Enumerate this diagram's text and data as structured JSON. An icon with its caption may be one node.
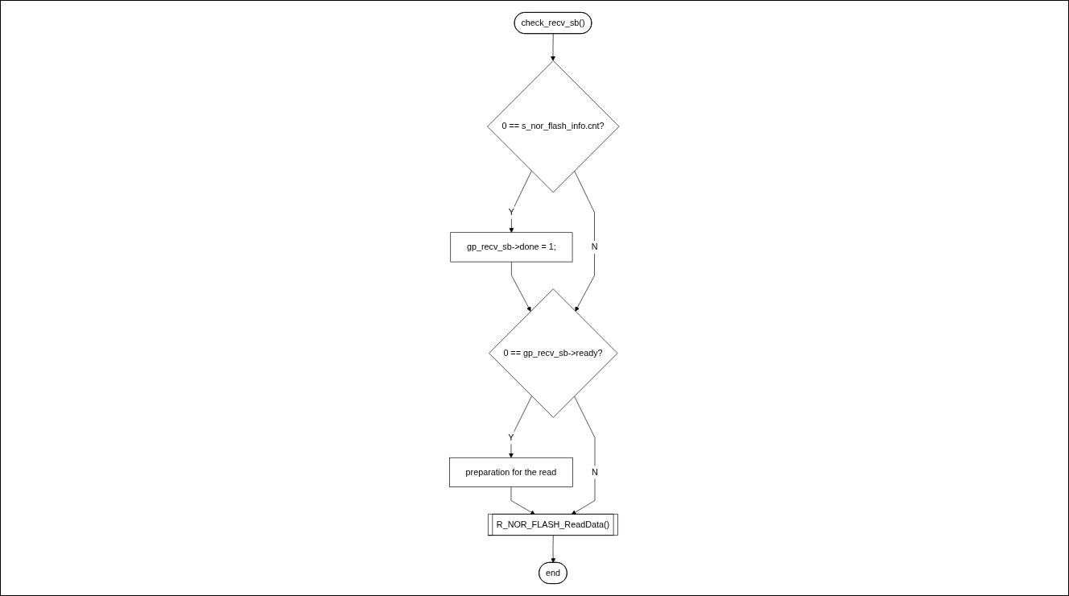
{
  "diagram": {
    "nodes": [
      {
        "text": [
          "check_recv_sb()"
        ]
      },
      {
        "text": [
          "0 == s_nor_flash_info.cnt?"
        ]
      },
      {
        "text": [
          "gp_recv_sb->done = 1;"
        ]
      },
      {
        "text": [
          "0 == gp_recv_sb->ready?"
        ]
      },
      {
        "text": [
          "preparation for the read"
        ]
      },
      {
        "text": [
          "R_NOR_FLASH_ReadData()"
        ]
      },
      {
        "text": [
          "end"
        ]
      }
    ],
    "edges": [
      {
        "from": 0,
        "to": 1,
        "arrow": "to"
      },
      {
        "from": 1,
        "to": 2,
        "arrow": "to",
        "label": "Y"
      },
      {
        "from": 2,
        "to": 3,
        "arrow": "to"
      },
      {
        "from": 1,
        "to": 3,
        "arrow": "to",
        "label": "N"
      },
      {
        "from": 3,
        "to": 4,
        "arrow": "to",
        "label": "Y"
      },
      {
        "from": 4,
        "to": 5,
        "arrow": "to"
      },
      {
        "from": 3,
        "to": 5,
        "arrow": "to",
        "label": "N"
      },
      {
        "from": 5,
        "to": 6,
        "arrow": "to"
      }
    ]
  }
}
